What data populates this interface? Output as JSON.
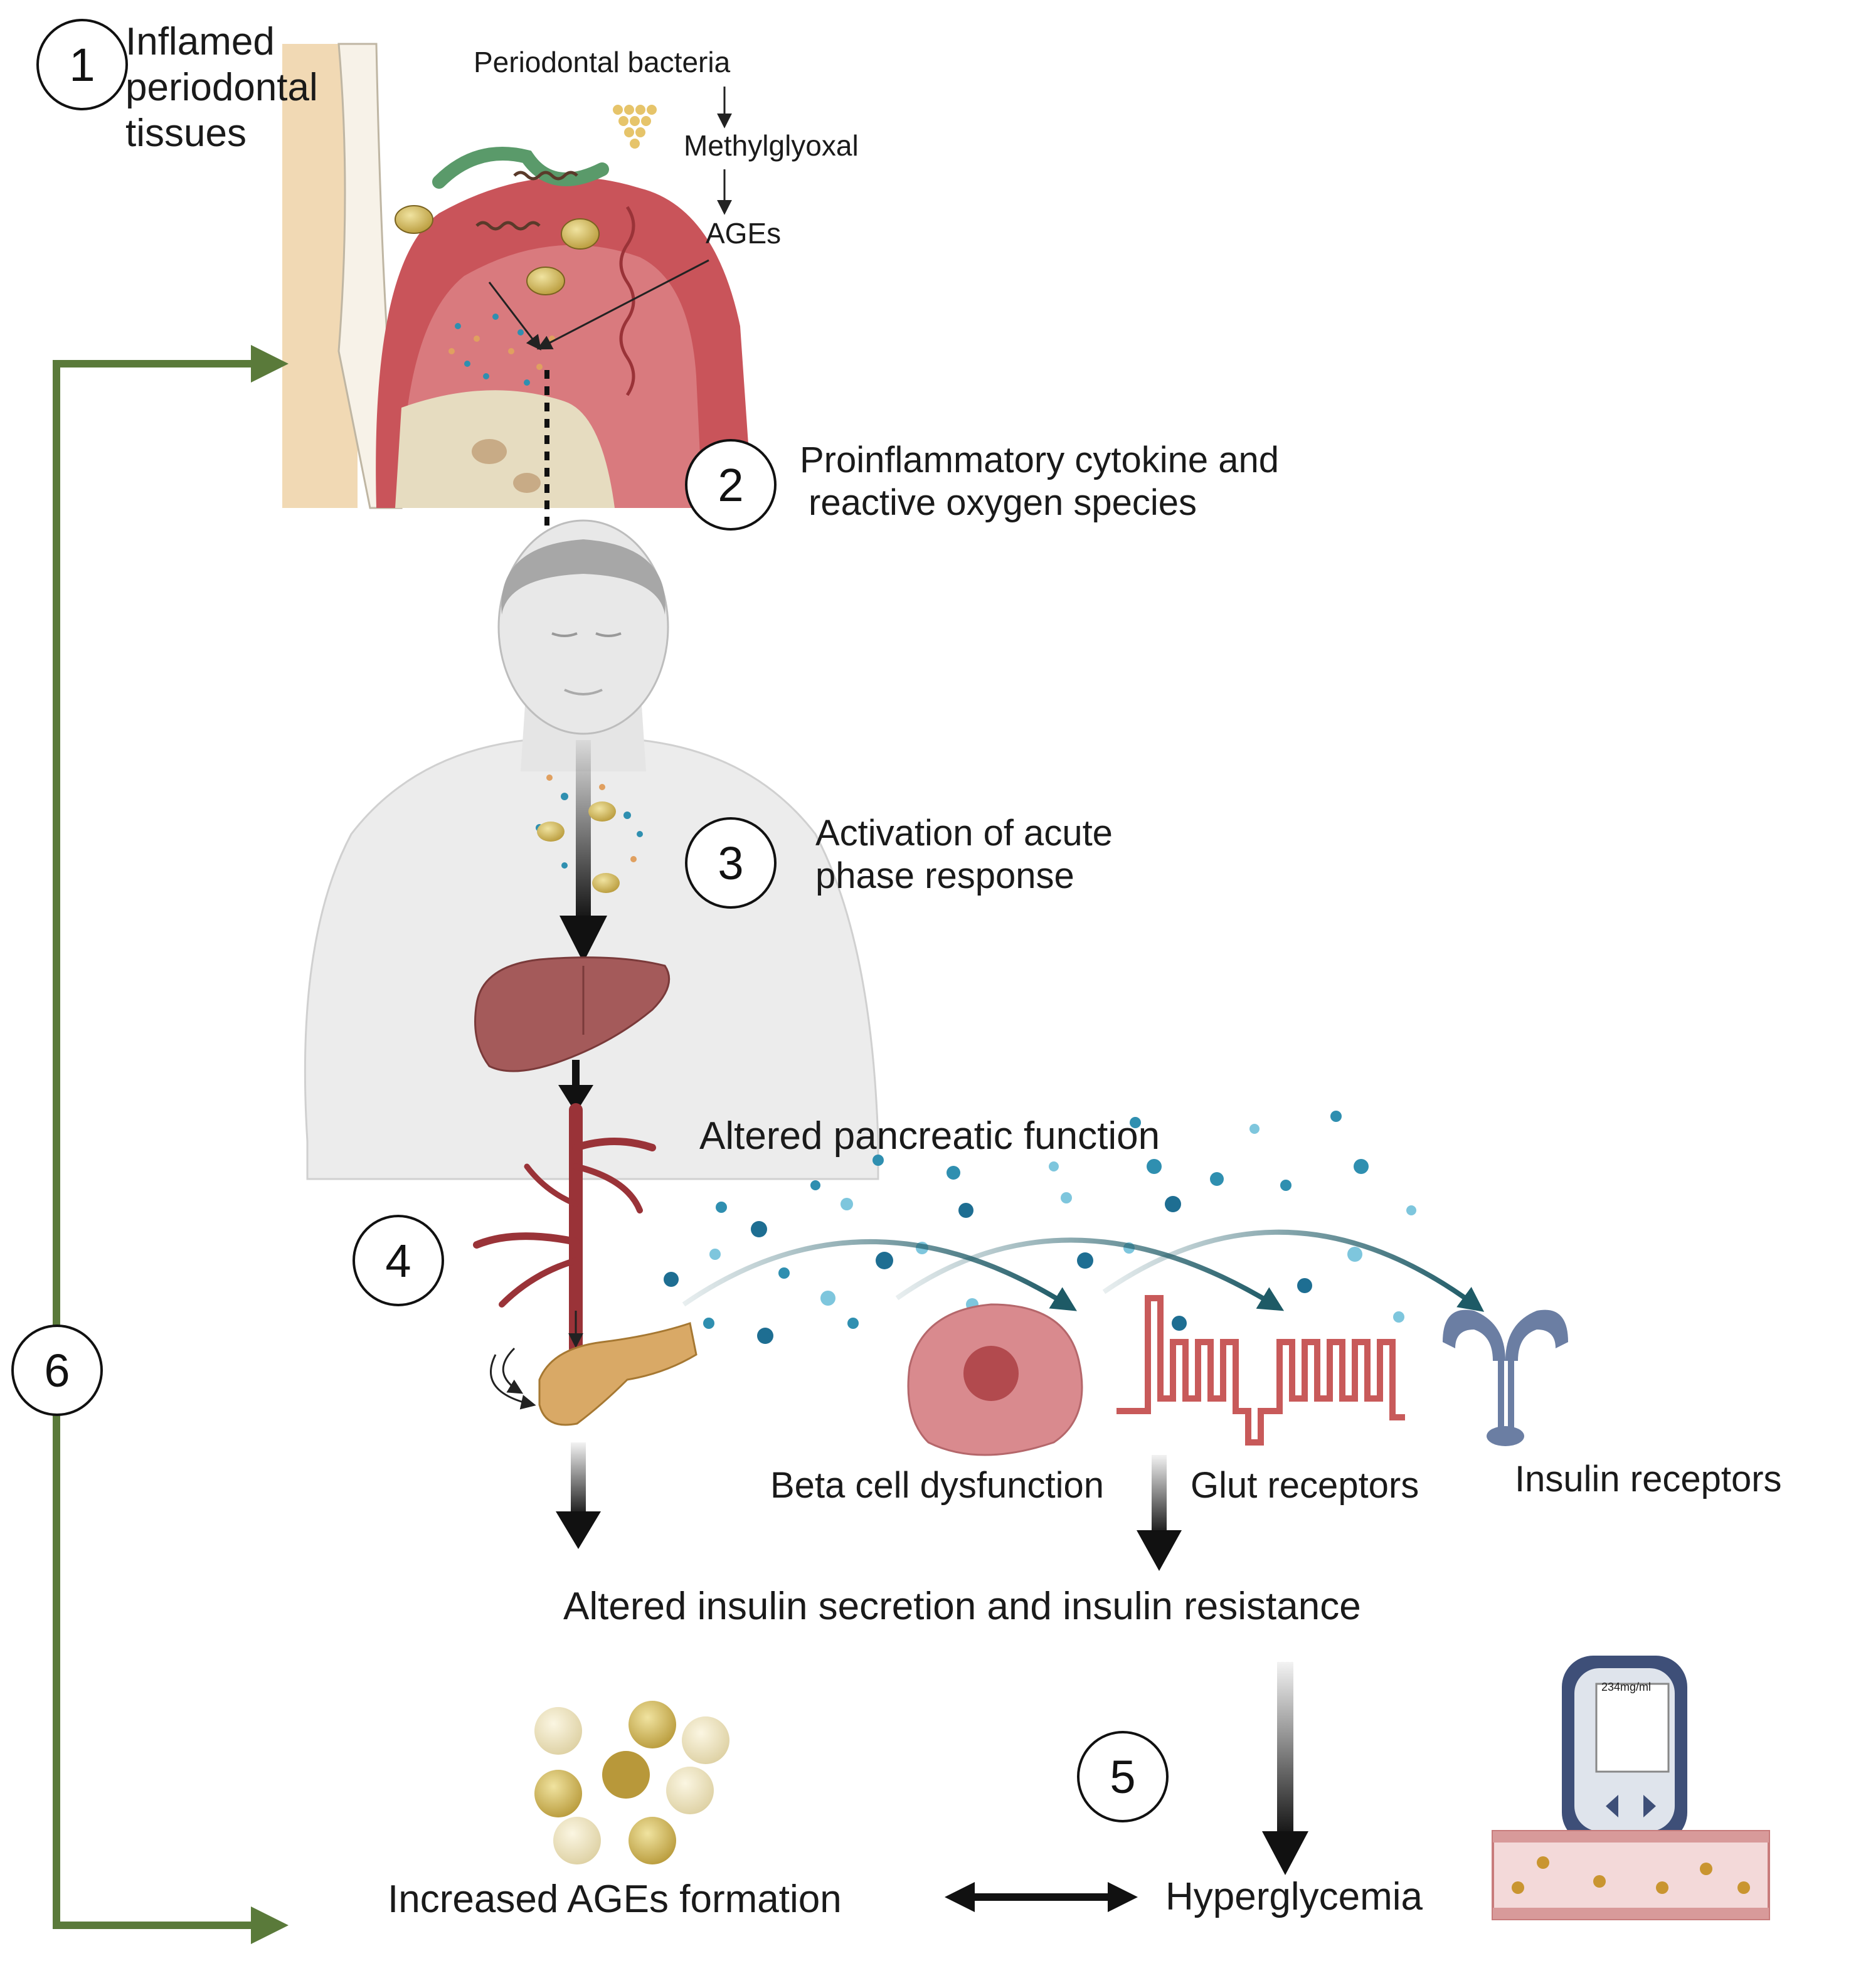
{
  "steps": [
    "1",
    "2",
    "3",
    "4",
    "5",
    "6"
  ],
  "labels": {
    "inflamed": [
      "Inflamed",
      "periodontal",
      "tissues"
    ],
    "bacteria": "Periodontal bacteria",
    "methylglyoxal": "Methylglyoxal",
    "ages": "AGEs",
    "cytokine": [
      "Proinflammatory cytokine and",
      "reactive oxygen species"
    ],
    "acute": [
      "Activation of acute",
      "phase response"
    ],
    "pancreatic": "Altered pancreatic function",
    "beta": "Beta cell dysfunction",
    "glut": "Glut receptors",
    "insulin_receptors": "Insulin receptors",
    "secretion": "Altered insulin secretion and insulin resistance",
    "ages_formation": "Increased AGEs formation",
    "hyperglycemia": "Hyperglycemia",
    "meter": "234mg/ml"
  },
  "colors": {
    "feedback_arrow": "#5a7a3a",
    "gum": "#c9545a",
    "bone": "#e6dcc0",
    "vessel": "#9a3338",
    "dots": "#2f8fb0",
    "receptor": "#c85a5a",
    "insulin_receptor": "#6b7ea3"
  }
}
